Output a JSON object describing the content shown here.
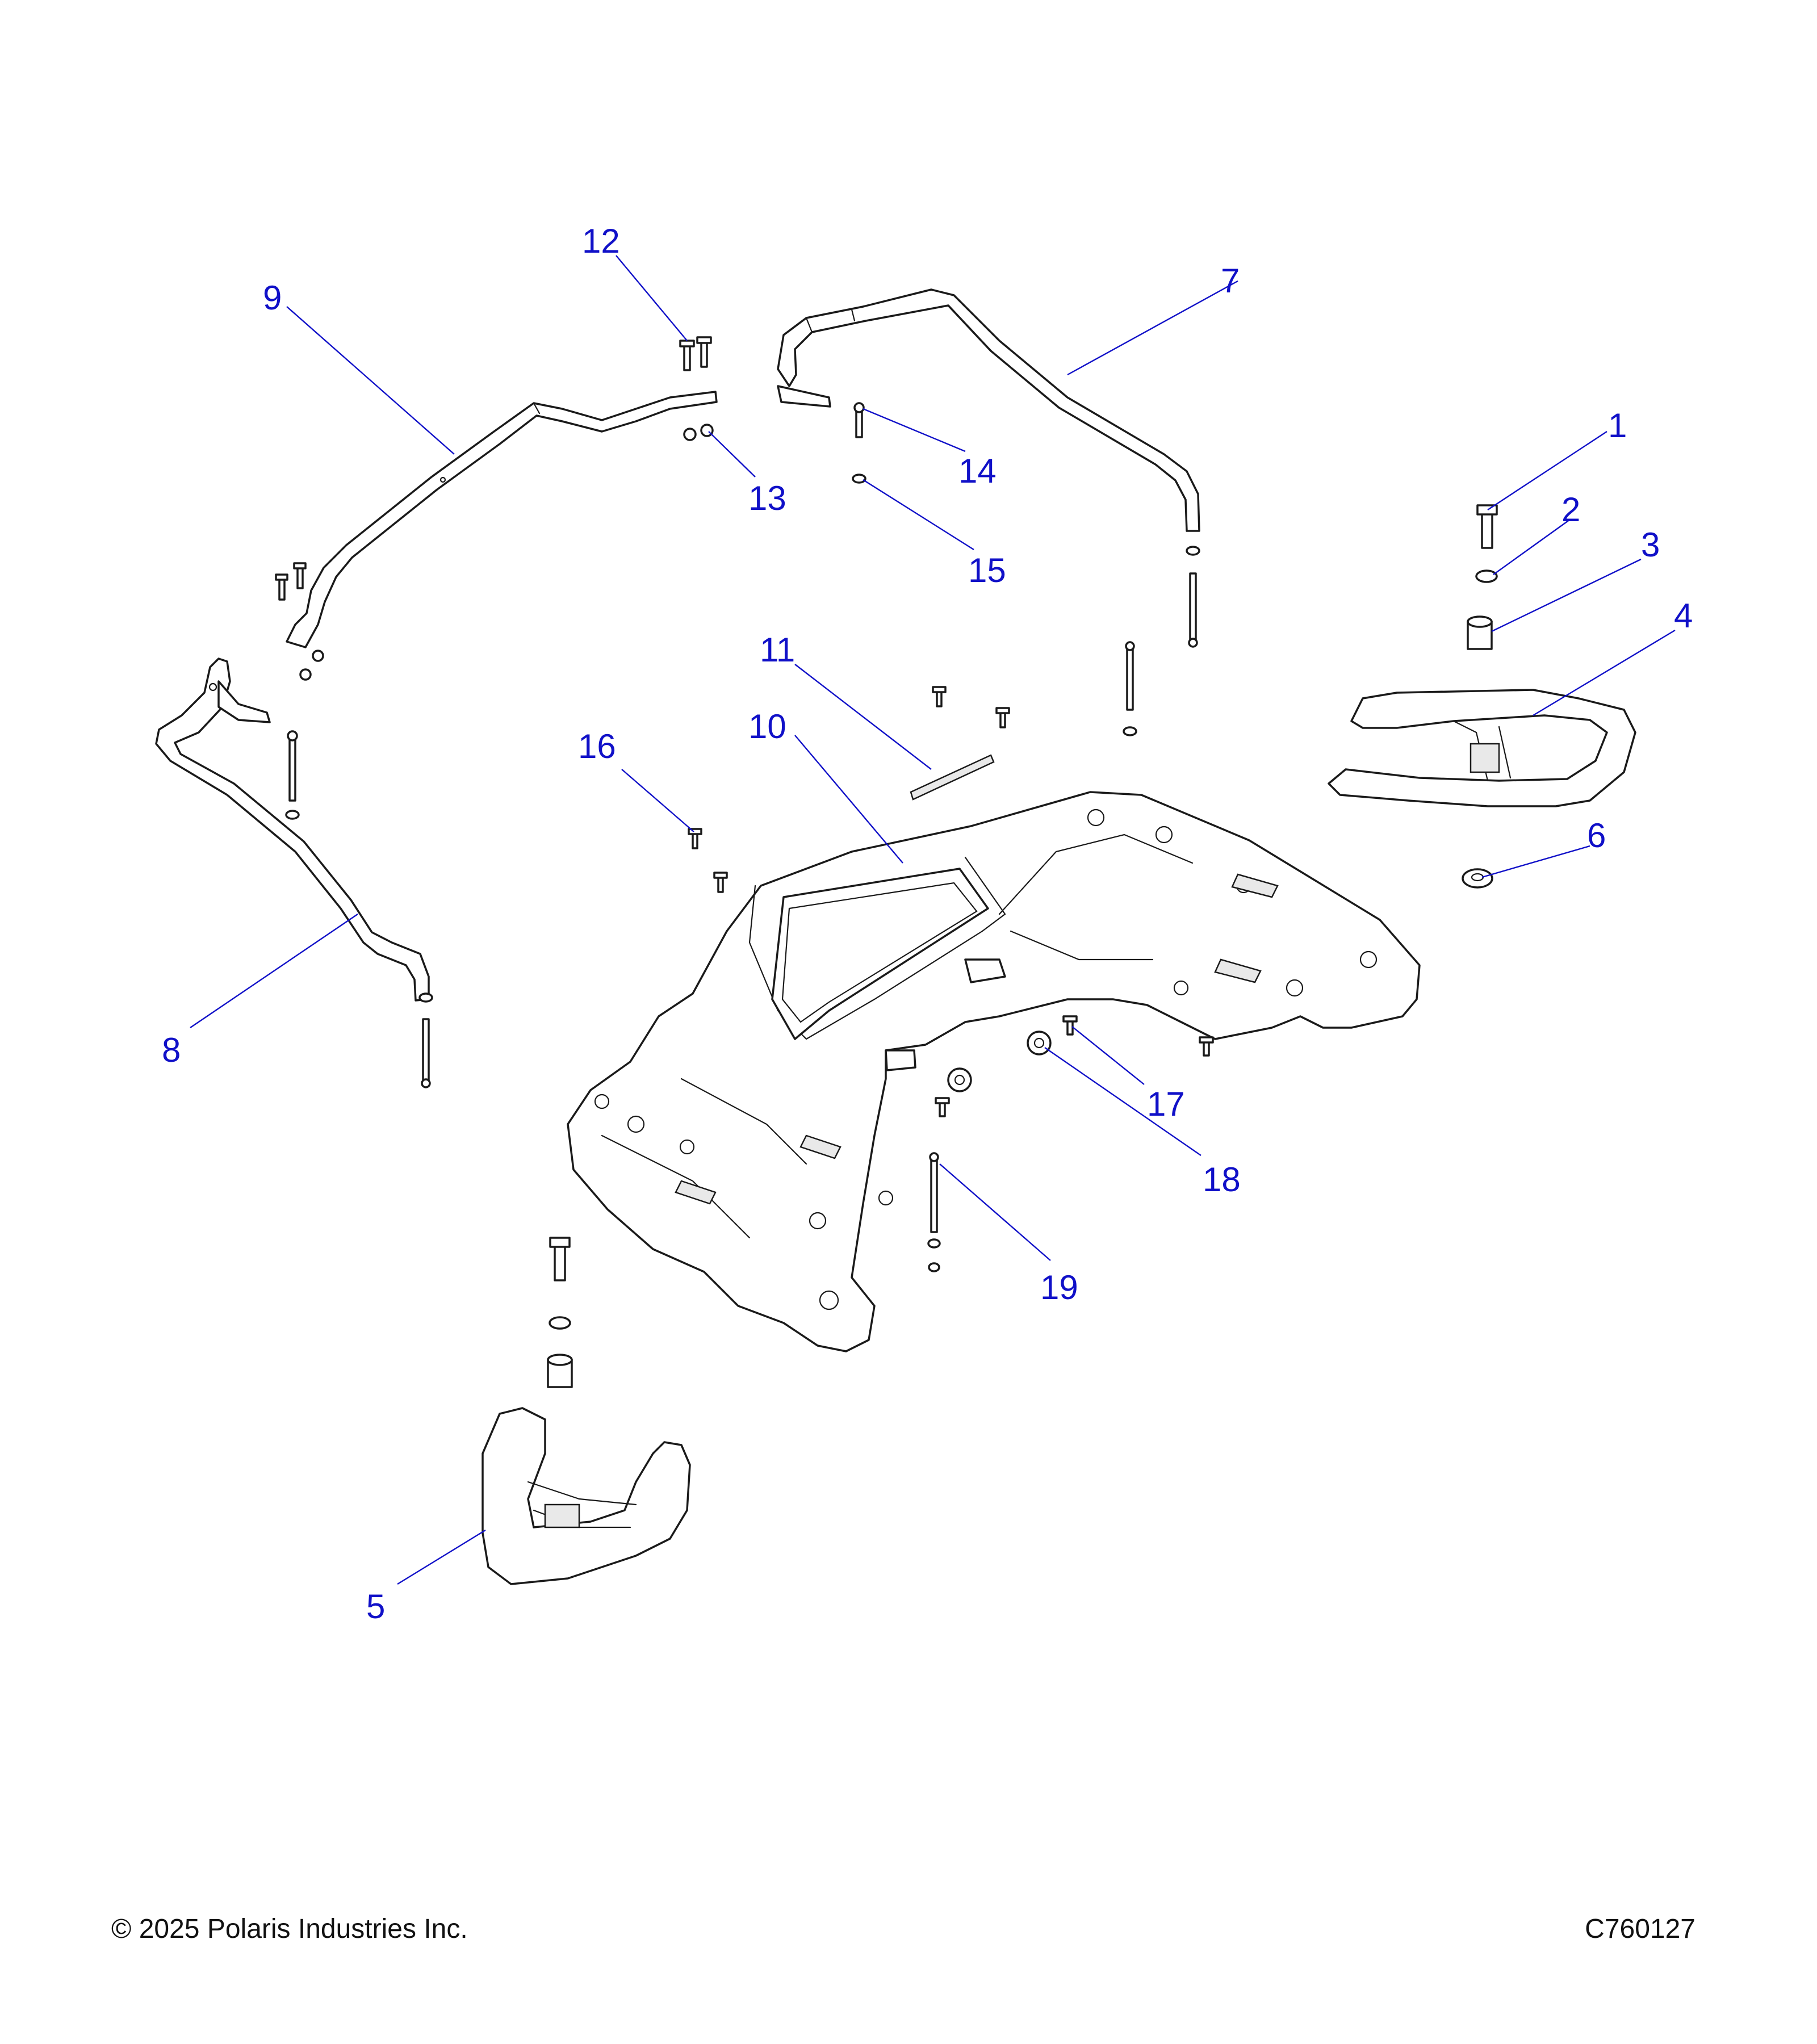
{
  "callouts": [
    {
      "id": "1",
      "label": "1"
    },
    {
      "id": "2",
      "label": "2"
    },
    {
      "id": "3",
      "label": "3"
    },
    {
      "id": "4",
      "label": "4"
    },
    {
      "id": "5",
      "label": "5"
    },
    {
      "id": "6",
      "label": "6"
    },
    {
      "id": "7",
      "label": "7"
    },
    {
      "id": "8",
      "label": "8"
    },
    {
      "id": "9",
      "label": "9"
    },
    {
      "id": "10",
      "label": "10"
    },
    {
      "id": "11",
      "label": "11"
    },
    {
      "id": "12",
      "label": "12"
    },
    {
      "id": "13",
      "label": "13"
    },
    {
      "id": "14",
      "label": "14"
    },
    {
      "id": "15",
      "label": "15"
    },
    {
      "id": "16",
      "label": "16"
    },
    {
      "id": "17",
      "label": "17"
    },
    {
      "id": "18",
      "label": "18"
    },
    {
      "id": "19",
      "label": "19"
    }
  ],
  "footer": {
    "copyright": "© 2025 Polaris Industries Inc.",
    "drawing_id": "C760127"
  },
  "colors": {
    "callout": "#1010c8",
    "line_art": "#1a1a1a"
  }
}
